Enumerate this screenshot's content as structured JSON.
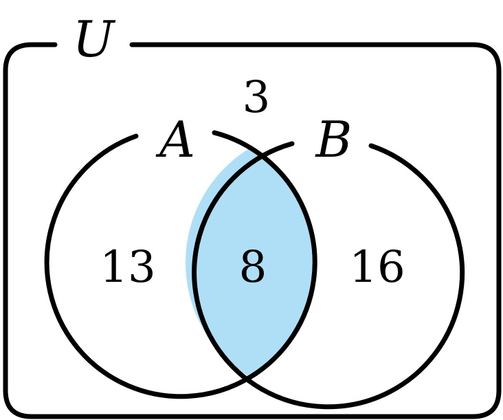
{
  "diagram": {
    "universe_label": "U",
    "set_a_label": "A",
    "set_b_label": "B",
    "outside_count": "3",
    "only_a_count": "13",
    "intersection_count": "8",
    "only_b_count": "16",
    "shaded_region": "intersection",
    "colors": {
      "shade": "#aedff7",
      "stroke": "#000000",
      "background": "#ffffff"
    }
  }
}
